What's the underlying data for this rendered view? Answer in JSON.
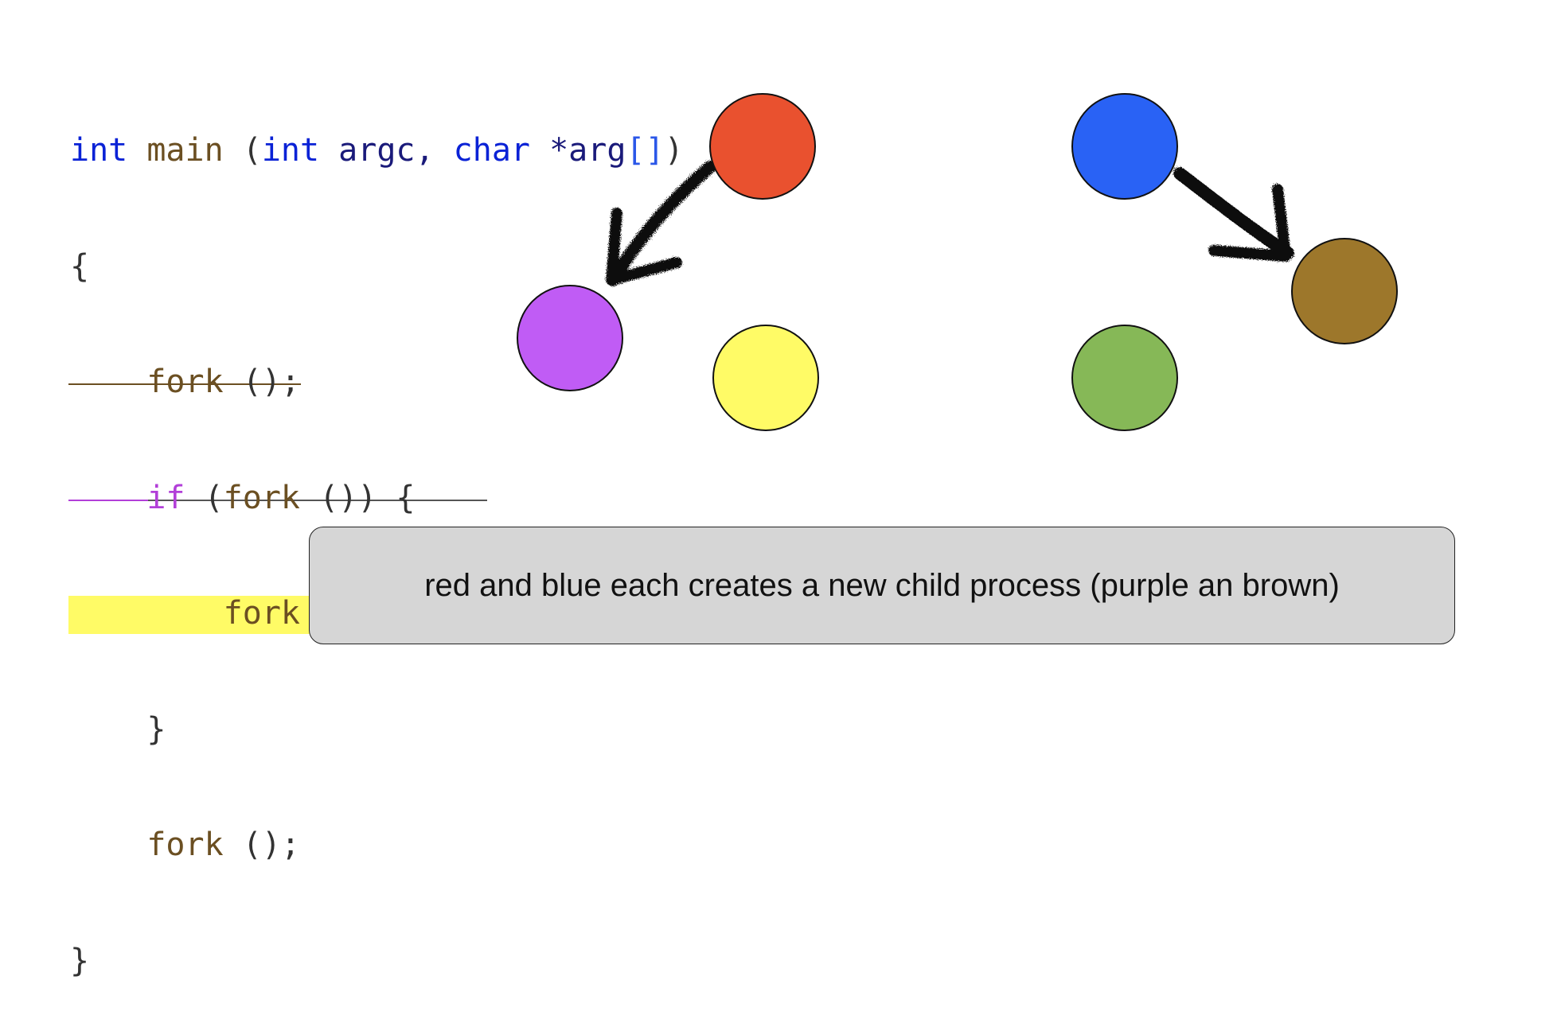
{
  "code": {
    "lines": [
      [
        "int",
        " ",
        "main",
        " (",
        "int",
        " argc, ",
        "char",
        " *arg",
        "[]",
        ")"
      ],
      [
        "{"
      ],
      [
        "    ",
        "fork",
        " ();"
      ],
      [
        "    ",
        "if",
        " (",
        "fork",
        " ()) {"
      ],
      [
        "        ",
        "fork",
        " ();"
      ],
      [
        "    }"
      ],
      [
        "    ",
        "fork",
        " ();"
      ],
      [
        "}"
      ]
    ]
  },
  "nodes": {
    "red": "#e9512f",
    "blue": "#2962f5",
    "purple": "#c05cf5",
    "yellow": "#fffb66",
    "green": "#86b857",
    "brown": "#9d772b"
  },
  "caption": "red and blue each creates a new child process (purple an brown)"
}
